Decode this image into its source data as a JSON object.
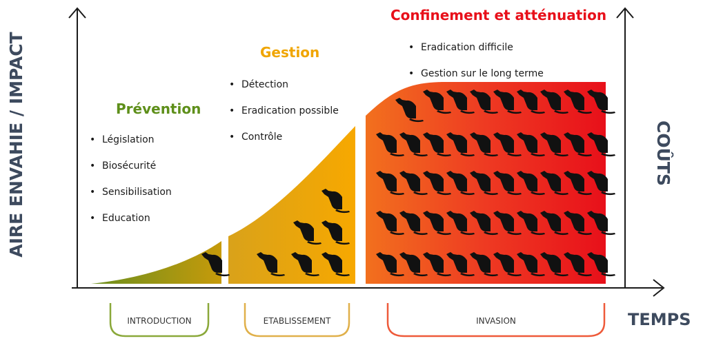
{
  "axes": {
    "y_left": "AIRE ENVAHIE / IMPACT",
    "y_right": "COÛTS",
    "x": "TEMPS"
  },
  "colors": {
    "prevention": "#5e8f1a",
    "gestion": "#f0a500",
    "confinement": "#e8101a",
    "axis_text": "#3d4a5e"
  },
  "phases": [
    {
      "title": "Prévention",
      "bullets": [
        "Législation",
        "Biosécurité",
        "Sensibilisation",
        "Education"
      ]
    },
    {
      "title": "Gestion",
      "bullets": [
        "Détection",
        "Eradication possible",
        "Contrôle"
      ]
    },
    {
      "title": "Confinement et atténuation",
      "bullets": [
        "Eradication difficile",
        "Gestion sur le long terme"
      ]
    }
  ],
  "stages": [
    "INTRODUCTION",
    "ETABLISSEMENT",
    "INVASION"
  ],
  "icon": "rat-icon"
}
